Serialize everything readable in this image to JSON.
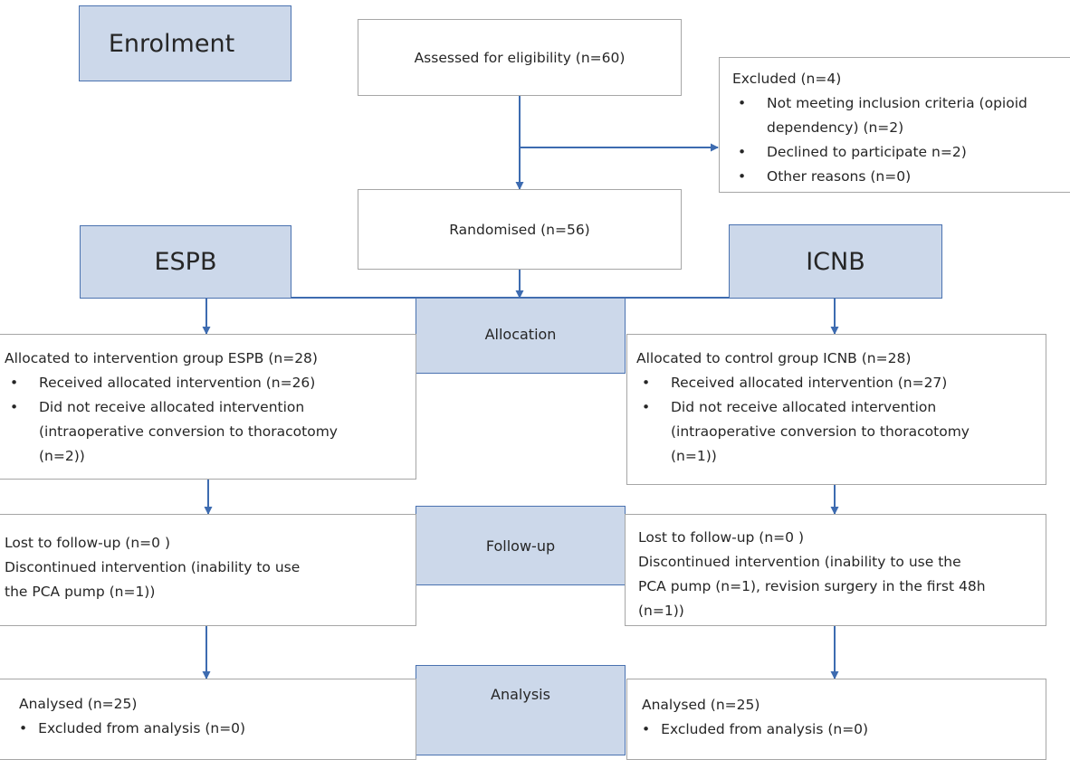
{
  "headers": {
    "enrolment": "Enrolment",
    "espb": "ESPB",
    "icnb": "ICNB",
    "allocation": "Allocation",
    "followup": "Follow-up",
    "analysis": "Analysis"
  },
  "assessed": "Assessed for eligibility  (n=60)",
  "excluded": {
    "title": "Excluded  (n=4)",
    "items": [
      "Not meeting inclusion  criteria  (opioid",
      "dependency) (n=2)",
      "Declined to participate  n=2)",
      "Other reasons  (n=0)"
    ]
  },
  "randomised": "Randomised  (n=56)",
  "allocated_espb": {
    "title": "Allocated to intervention group ESPB  (n=28)",
    "items": [
      "Received allocated intervention  (n=26)",
      "Did not receive allocated intervention",
      "(intraoperative  conversion to thoracotomy",
      "(n=2))"
    ]
  },
  "allocated_icnb": {
    "title": "Allocated to control group ICNB (n=28)",
    "items": [
      "Received allocated intervention  (n=27)",
      "Did not receive allocated intervention",
      "(intraoperative  conversion to thoracotomy",
      "(n=1))"
    ]
  },
  "followup_espb": {
    "lines": [
      "Lost to follow-up  (n=0 )",
      "Discontinued  intervention  (inability to use",
      "the PCA pump  (n=1))"
    ]
  },
  "followup_icnb": {
    "lines": [
      "Lost to follow-up  (n=0 )",
      "Discontinued  intervention  (inability to use the",
      "PCA pump (n=1), revision surgery in the first 48h",
      "(n=1))"
    ]
  },
  "analysis_espb": {
    "title": "Analysed (n=25)",
    "item": "Excluded  from analysis (n=0)"
  },
  "analysis_icnb": {
    "title": "Analysed (n=25)",
    "item": "Excluded  from analysis (n=0)"
  },
  "colors": {
    "header_fill": "#ccd8ea",
    "header_border": "#4a72b0",
    "arrow": "#3d6bb0",
    "box_border": "#a6a6a6"
  }
}
